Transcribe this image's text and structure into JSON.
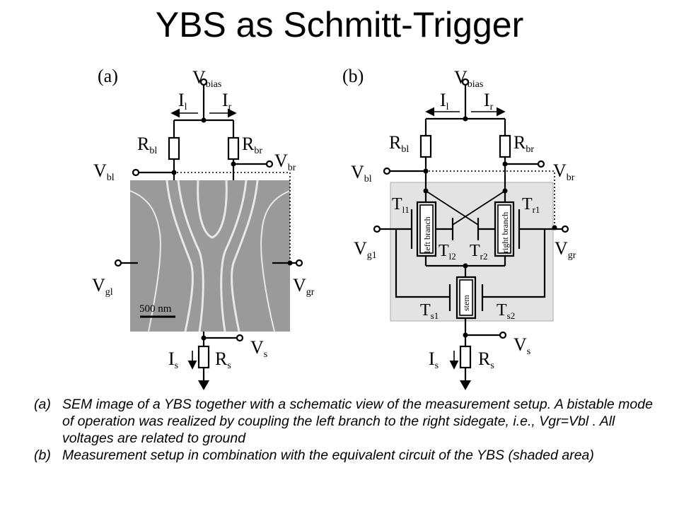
{
  "slide": {
    "title": "YBS as Schmitt-Trigger"
  },
  "panel_a": {
    "label": "(a)",
    "v_bias": "V",
    "v_bias_sub": "bias",
    "i_l": "I",
    "i_l_sub": "l",
    "i_r": "I",
    "i_r_sub": "r",
    "r_bl": "R",
    "r_bl_sub": "bl",
    "r_br": "R",
    "r_br_sub": "br",
    "v_bl": "V",
    "v_bl_sub": "bl",
    "v_br": "V",
    "v_br_sub": "br",
    "v_gl": "V",
    "v_gl_sub": "gl",
    "v_gr": "V",
    "v_gr_sub": "gr",
    "scale": "500 nm",
    "i_s": "I",
    "i_s_sub": "s",
    "r_s": "R",
    "r_s_sub": "s",
    "v_s": "V",
    "v_s_sub": "s"
  },
  "panel_b": {
    "label": "(b)",
    "v_bias": "V",
    "v_bias_sub": "bias",
    "i_l": "I",
    "i_l_sub": "l",
    "i_r": "I",
    "i_r_sub": "r",
    "r_bl": "R",
    "r_bl_sub": "bl",
    "r_br": "R",
    "r_br_sub": "br",
    "v_bl": "V",
    "v_bl_sub": "bl",
    "v_br": "V",
    "v_br_sub": "br",
    "v_g1": "V",
    "v_g1_sub": "g1",
    "v_gr": "V",
    "v_gr_sub": "gr",
    "t_l1": "T",
    "t_l1_sub": "l1",
    "t_l2": "T",
    "t_l2_sub": "l2",
    "t_r1": "T",
    "t_r1_sub": "r1",
    "t_r2": "T",
    "t_r2_sub": "r2",
    "t_s1": "T",
    "t_s1_sub": "s1",
    "t_s2": "T",
    "t_s2_sub": "s2",
    "left_branch": "left branch",
    "right_branch": "right branch",
    "stem": "stem",
    "i_s": "I",
    "i_s_sub": "s",
    "r_s": "R",
    "r_s_sub": "s",
    "v_s": "V",
    "v_s_sub": "s"
  },
  "caption": {
    "a_marker": "(a)",
    "a_text": "SEM image of a YBS together with a schematic view of the measurement setup. A bistable mode of operation was realized by coupling the left branch to the right sidegate, i.e., Vgr=Vbl . All voltages are related to ground",
    "b_marker": "(b)",
    "b_text": "Measurement setup in combination with the equivalent circuit of the YBS (shaded area)"
  }
}
